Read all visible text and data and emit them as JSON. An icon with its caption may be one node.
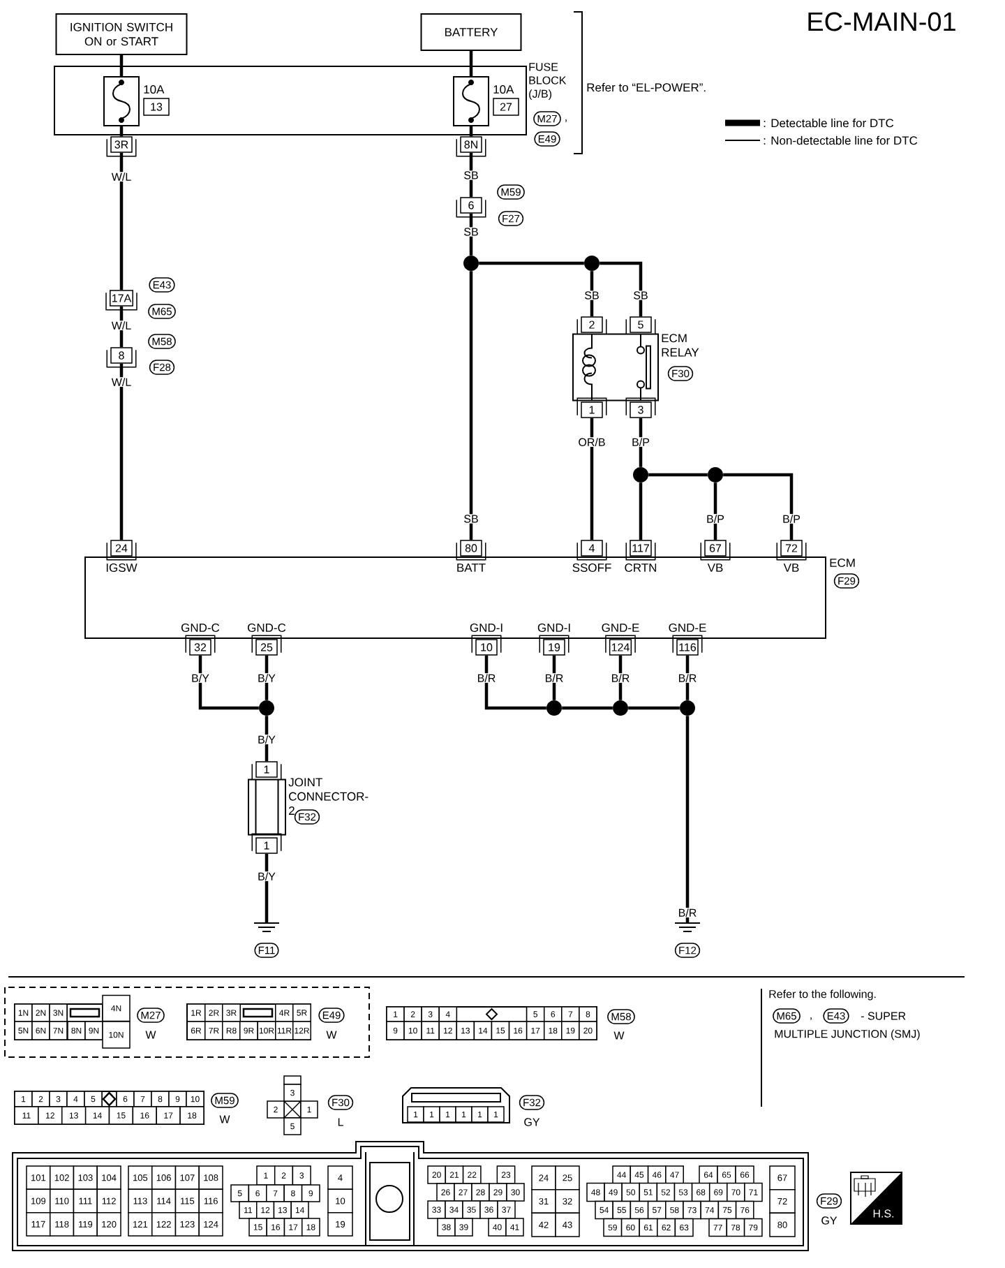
{
  "diagram": {
    "title": "EC-MAIN-01",
    "nodes": [
      {
        "text": [
          "IGNITION SWITCH ON or START"
        ]
      },
      {
        "text": [
          "BATTERY"
        ]
      },
      {
        "text": [
          "FUSE BLOCK (J/B)"
        ]
      },
      {
        "text": [
          "10A",
          "13"
        ],
        "in": 2
      },
      {
        "text": [
          "10A",
          "27"
        ],
        "in": 2
      },
      {
        "text": [
          "3R"
        ]
      },
      {
        "text": [
          "8N"
        ]
      },
      {
        "text": [
          "6"
        ]
      },
      {
        "text": [
          "17A"
        ]
      },
      {
        "text": [
          "8"
        ]
      },
      {
        "text": [],
        "shape": "circle"
      },
      {
        "text": [],
        "shape": "circle"
      },
      {
        "text": [
          "2"
        ]
      },
      {
        "text": [
          "5"
        ]
      },
      {
        "text": [
          "ECM RELAY"
        ]
      },
      {
        "text": [
          "1"
        ]
      },
      {
        "text": [
          "3"
        ]
      },
      {
        "text": [],
        "shape": "circle"
      },
      {
        "text": [],
        "shape": "circle"
      },
      {
        "text": [
          "ECM"
        ]
      },
      {
        "text": [
          "24"
        ]
      },
      {
        "text": [
          "80"
        ]
      },
      {
        "text": [
          "4"
        ]
      },
      {
        "text": [
          "117"
        ]
      },
      {
        "text": [
          "67"
        ]
      },
      {
        "text": [
          "72"
        ]
      },
      {
        "text": [
          "32"
        ]
      },
      {
        "text": [
          "25"
        ]
      },
      {
        "text": [
          "10"
        ]
      },
      {
        "text": [
          "19"
        ]
      },
      {
        "text": [
          "124"
        ]
      },
      {
        "text": [
          "116"
        ]
      },
      {
        "text": [],
        "shape": "circle"
      },
      {
        "text": [],
        "shape": "circle"
      },
      {
        "text": [],
        "shape": "circle"
      },
      {
        "text": [],
        "shape": "circle"
      },
      {
        "text": [
          "1"
        ]
      },
      {
        "text": [
          "JOINT CONNECTOR-2"
        ]
      },
      {
        "text": [
          "1"
        ]
      },
      {
        "text": [],
        "shape": "ground"
      },
      {
        "text": [],
        "shape": "ground"
      },
      {
        "text": [
          "M27"
        ]
      },
      {
        "text": [
          "E49"
        ]
      },
      {
        "text": [
          "M59"
        ]
      },
      {
        "text": [
          "F27"
        ]
      },
      {
        "text": [
          "E43"
        ]
      },
      {
        "text": [
          "M65"
        ]
      },
      {
        "text": [
          "M58"
        ]
      },
      {
        "text": [
          "F28"
        ]
      },
      {
        "text": [
          "F30"
        ]
      },
      {
        "text": [
          "F29"
        ]
      },
      {
        "text": [
          "F32"
        ]
      },
      {
        "text": [
          "F11"
        ]
      },
      {
        "text": [
          "F12"
        ]
      },
      {
        "text": [
          "M27"
        ],
        "beside": [
          "W"
        ]
      },
      {
        "text": [
          "E49"
        ],
        "beside": [
          "W"
        ]
      },
      {
        "text": [
          "M58"
        ],
        "beside": [
          "W"
        ]
      },
      {
        "text": [
          "M65"
        ]
      },
      {
        "text": [
          "E43"
        ]
      },
      {
        "text": [
          "M59"
        ],
        "beside": [
          "W"
        ]
      },
      {
        "text": [
          "F30"
        ],
        "beside": [
          "L"
        ]
      },
      {
        "text": [
          "F32"
        ],
        "beside": [
          "GY"
        ]
      },
      {
        "text": [
          "F29"
        ],
        "beside": [
          "GY"
        ]
      }
    ],
    "edges": [
      {
        "from": 0,
        "to": 3,
        "arrow": "none"
      },
      {
        "from": 1,
        "to": 4,
        "arrow": "none"
      },
      {
        "from": 3,
        "to": 5,
        "arrow": "none"
      },
      {
        "from": 4,
        "to": 6,
        "arrow": "none"
      },
      {
        "from": 5,
        "to": 8,
        "arrow": "none",
        "label": "W/L"
      },
      {
        "from": 8,
        "to": 9,
        "arrow": "none",
        "label": "W/L"
      },
      {
        "from": 9,
        "to": 20,
        "arrow": "none",
        "label": "W/L"
      },
      {
        "from": 6,
        "to": 7,
        "arrow": "none",
        "label": "SB"
      },
      {
        "from": 7,
        "to": 10,
        "arrow": "none",
        "label": "SB"
      },
      {
        "from": 10,
        "to": 11,
        "arrow": "none"
      },
      {
        "from": 11,
        "to": 12,
        "arrow": "none",
        "label": "SB"
      },
      {
        "from": 11,
        "to": 13,
        "arrow": "none",
        "label": "SB"
      },
      {
        "from": 15,
        "to": 22,
        "arrow": "none",
        "label": "OR/B"
      },
      {
        "from": 16,
        "to": 17,
        "arrow": "none",
        "label": "B/P"
      },
      {
        "from": 17,
        "to": 23,
        "arrow": "none"
      },
      {
        "from": 17,
        "to": 18,
        "arrow": "none"
      },
      {
        "from": 18,
        "to": 24,
        "arrow": "none",
        "label": "B/P"
      },
      {
        "from": 18,
        "to": 25,
        "arrow": "none",
        "label": "B/P"
      },
      {
        "from": 10,
        "to": 21,
        "arrow": "none",
        "label": "SB"
      },
      {
        "from": 26,
        "to": 32,
        "arrow": "none",
        "label": "B/Y"
      },
      {
        "from": 27,
        "to": 32,
        "arrow": "none",
        "label": "B/Y"
      },
      {
        "from": 32,
        "to": 36,
        "arrow": "none",
        "label": "B/Y"
      },
      {
        "from": 38,
        "to": 39,
        "arrow": "none",
        "label": "B/Y"
      },
      {
        "from": 28,
        "to": 33,
        "arrow": "none",
        "label": "B/R"
      },
      {
        "from": 29,
        "to": 33,
        "arrow": "none",
        "label": "B/R"
      },
      {
        "from": 33,
        "to": 34,
        "arrow": "none"
      },
      {
        "from": 30,
        "to": 34,
        "arrow": "none",
        "label": "B/R"
      },
      {
        "from": 34,
        "to": 35,
        "arrow": "none"
      },
      {
        "from": 31,
        "to": 35,
        "arrow": "none",
        "label": "B/R"
      },
      {
        "from": 35,
        "to": 40,
        "arrow": "none",
        "label": "B/R"
      }
    ],
    "labels": [
      "Refer to “EL-POWER”.",
      ",",
      "IGSW",
      "BATT",
      "SSOFF",
      "CRTN",
      "VB",
      "VB",
      "GND-C",
      "GND-C",
      "GND-I",
      "GND-I",
      "GND-E",
      "GND-E",
      "1N",
      "2N",
      "3N",
      "4N",
      "5N",
      "6N",
      "7N",
      "8N",
      "9N",
      "10N",
      "1R",
      "2R",
      "3R",
      "4R",
      "5R",
      "6R",
      "7R",
      "R8",
      "9R",
      "10R",
      "11R",
      "12R",
      "1",
      "2",
      "3",
      "4",
      "5",
      "6",
      "7",
      "8",
      "9",
      "10",
      "11",
      "12",
      "13",
      "14",
      "15",
      "16",
      "17",
      "18",
      "19",
      "20",
      "Refer to the following.",
      ",",
      "- SUPER",
      "MULTIPLE JUNCTION (SMJ)",
      "1",
      "2",
      "3",
      "4",
      "5",
      "6",
      "7",
      "8",
      "9",
      "10",
      "11",
      "12",
      "13",
      "14",
      "15",
      "16",
      "17",
      "18",
      "3",
      "2",
      "1",
      "5",
      "1",
      "1",
      "1",
      "1",
      "1",
      "1",
      "101",
      "102",
      "103",
      "104",
      "109",
      "110",
      "111",
      "112",
      "117",
      "118",
      "119",
      "120",
      "105",
      "106",
      "107",
      "108",
      "113",
      "114",
      "115",
      "116",
      "121",
      "122",
      "123",
      "124",
      "1",
      "2",
      "3",
      "5",
      "6",
      "7",
      "8",
      "9",
      "11",
      "12",
      "13",
      "14",
      "15",
      "16",
      "17",
      "18",
      "4",
      "10",
      "19",
      "20",
      "21",
      "22",
      "23",
      "26",
      "27",
      "28",
      "29",
      "30",
      "33",
      "34",
      "35",
      "36",
      "37",
      "38",
      "39",
      "40",
      "41",
      "24",
      "25",
      "31",
      "32",
      "42",
      "43",
      "44",
      "45",
      "46",
      "47",
      "64",
      "65",
      "66",
      "48",
      "49",
      "50",
      "51",
      "52",
      "53",
      "68",
      "69",
      "70",
      "71",
      "54",
      "55",
      "56",
      "57",
      "58",
      "73",
      "74",
      "75",
      "76",
      "59",
      "60",
      "61",
      "62",
      "63",
      "77",
      "78",
      "79",
      "67",
      "72",
      "80",
      "H.S."
    ],
    "legend": [
      {
        "text": ": Detectable line for DTC"
      },
      {
        "text": ": Non-detectable line for DTC"
      }
    ]
  }
}
